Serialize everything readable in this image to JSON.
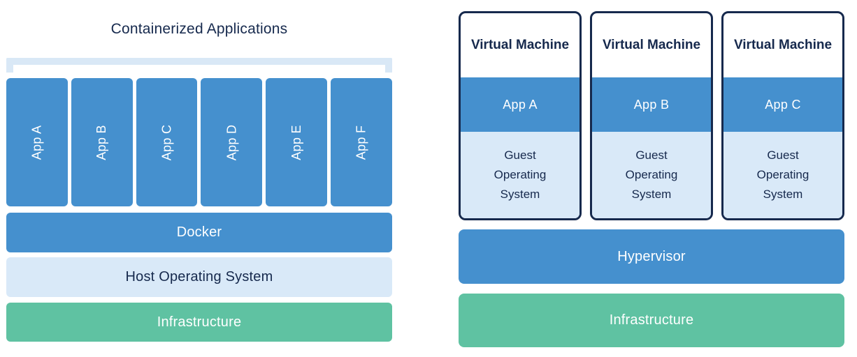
{
  "left": {
    "title": "Containerized Applications",
    "apps": [
      "App A",
      "App B",
      "App C",
      "App D",
      "App E",
      "App F"
    ],
    "layers": [
      {
        "label": "Docker"
      },
      {
        "label": "Host Operating System"
      },
      {
        "label": "Infrastructure"
      }
    ]
  },
  "right": {
    "vms": [
      {
        "title": "Virtual Machine",
        "app": "App A",
        "os": "Guest Operating System"
      },
      {
        "title": "Virtual Machine",
        "app": "App B",
        "os": "Guest Operating System"
      },
      {
        "title": "Virtual Machine",
        "app": "App C",
        "os": "Guest Operating System"
      }
    ],
    "layers": [
      {
        "label": "Hypervisor"
      },
      {
        "label": "Infrastructure"
      }
    ]
  },
  "colors": {
    "accent_blue": "#4590ce",
    "light_blue": "#d9e9f8",
    "bracket_blue": "#d9e8f6",
    "green": "#5fc2a2",
    "navy": "#16294d",
    "white_text": "#ffffff"
  }
}
